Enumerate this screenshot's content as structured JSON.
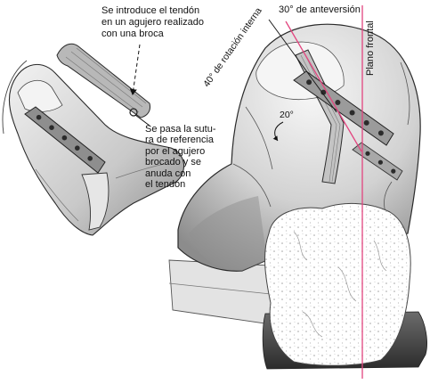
{
  "figure": {
    "annotations": {
      "drill_hole": [
        "Se introduce el tendón",
        "en un agujero realizado",
        "con una broca"
      ],
      "suture": [
        "Se pasa la sutu-",
        "ra de referencia",
        "por el agujero",
        "brocado y se",
        "anuda con",
        "el tendón"
      ]
    },
    "angles": {
      "anteversion": "30° de anteversión",
      "internal_rotation": "40° de rotación interna",
      "tilt": "20°"
    },
    "planes": {
      "frontal": "Plano frontal"
    },
    "colors": {
      "reference_line": "#e2457f",
      "ink": "#1a1a1a"
    }
  }
}
